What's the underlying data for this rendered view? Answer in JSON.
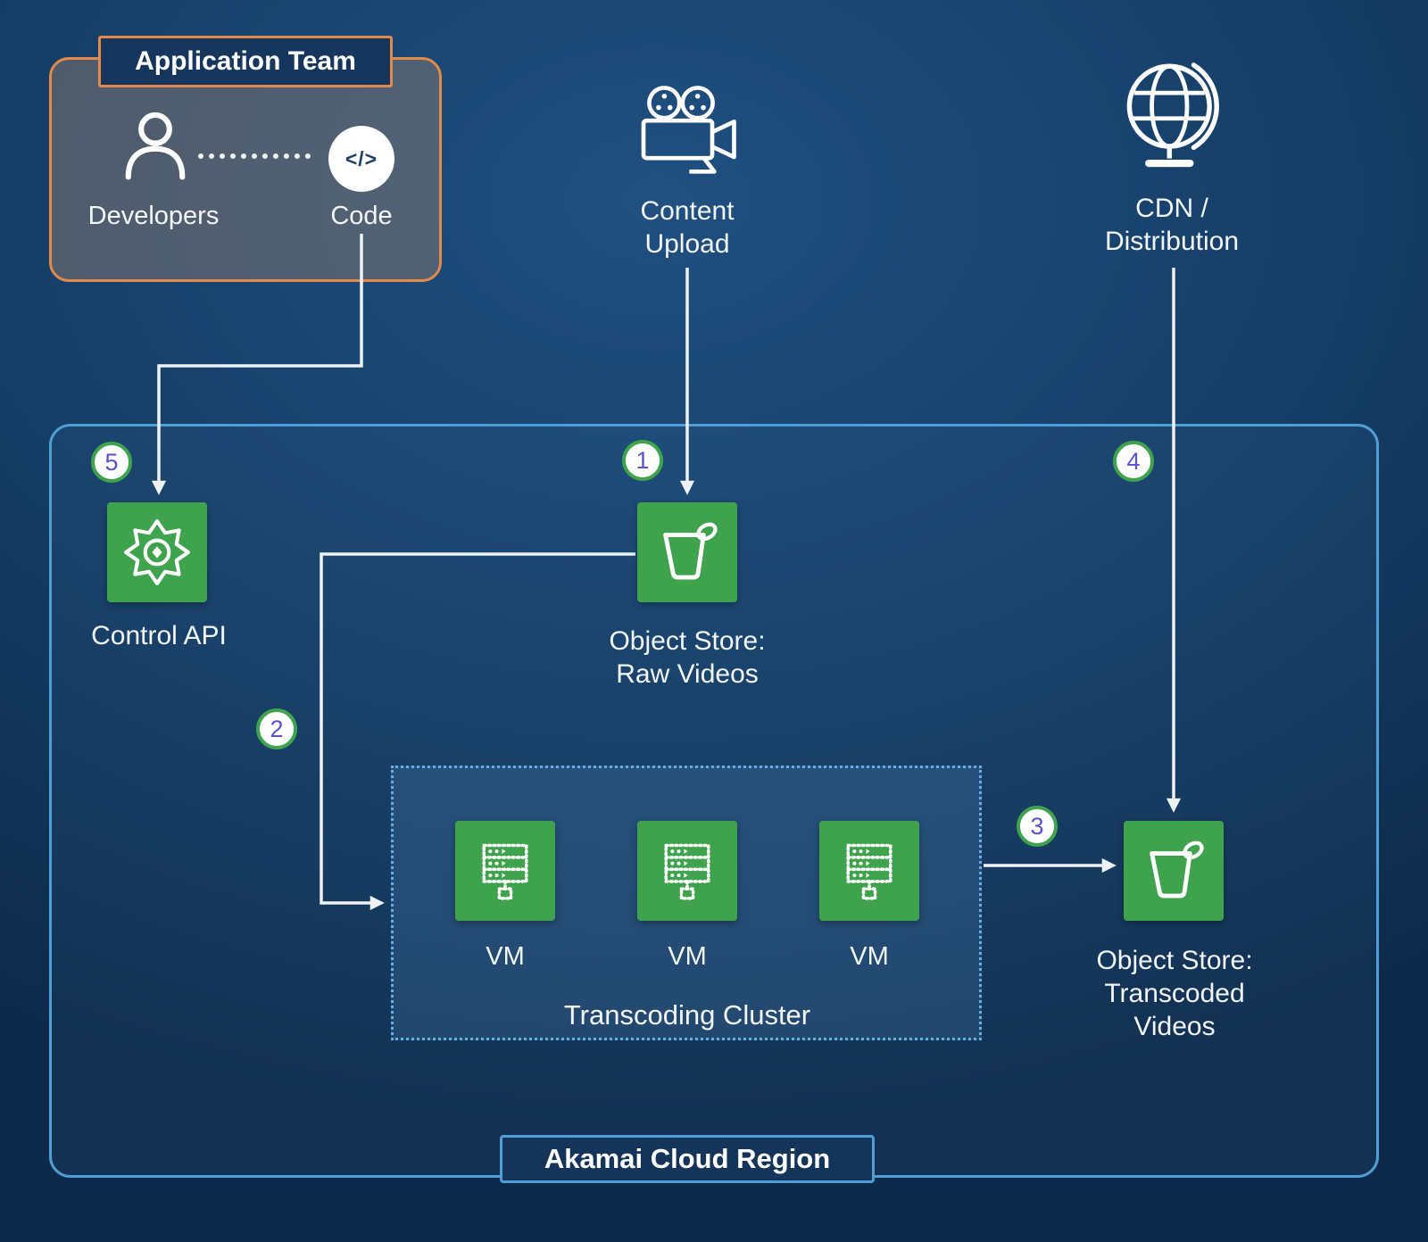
{
  "diagram": {
    "application_team": {
      "title": "Application Team",
      "developers_label": "Developers",
      "code_label": "Code",
      "code_glyph": "</>"
    },
    "content_upload": {
      "line1": "Content",
      "line2": "Upload"
    },
    "cdn": {
      "line1": "CDN /",
      "line2": "Distribution"
    },
    "region": {
      "title": "Akamai Cloud Region",
      "control_api": {
        "label": "Control API"
      },
      "raw_store": {
        "line1": "Object Store:",
        "line2": "Raw Videos"
      },
      "cluster": {
        "title": "Transcoding Cluster",
        "vms": [
          {
            "label": "VM"
          },
          {
            "label": "VM"
          },
          {
            "label": "VM"
          }
        ]
      },
      "transcoded_store": {
        "line1": "Object Store:",
        "line2": "Transcoded",
        "line3": "Videos"
      }
    },
    "steps": {
      "upload_to_raw": "1",
      "raw_to_cluster": "2",
      "cluster_to_transcoded": "3",
      "cdn_to_transcoded": "4",
      "code_to_api": "5"
    },
    "colors": {
      "tile_green": "#3fa34d",
      "badge_number": "#5a50d0",
      "region_border": "#4f9ed6",
      "team_border": "#e18a4a",
      "background_dark": "#0d2a4a",
      "background_light": "#205081",
      "connector": "#eef2f5"
    }
  }
}
